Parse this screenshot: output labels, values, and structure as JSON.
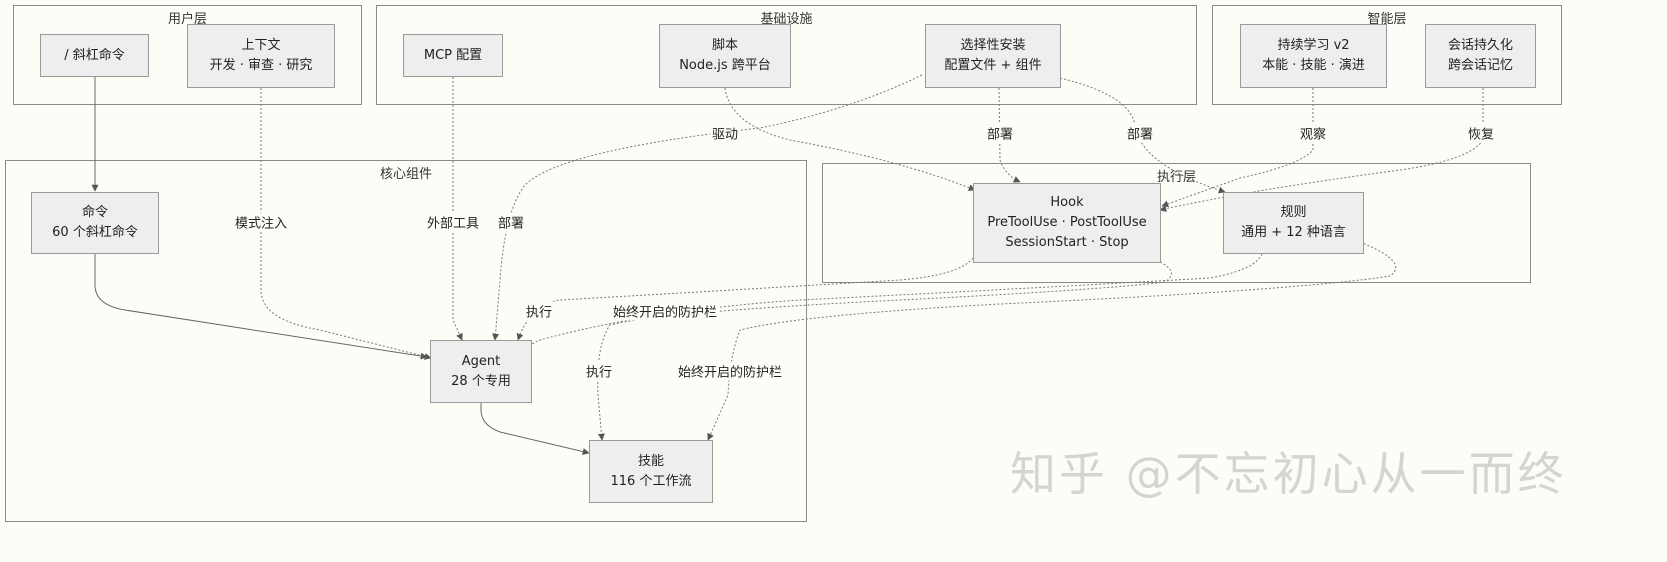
{
  "groups": {
    "user_layer": "用户层",
    "infrastructure": "基础设施",
    "intelligence": "智能层",
    "core": "核心组件",
    "execution": "执行层"
  },
  "nodes": {
    "slash": {
      "line1": "/ 斜杠命令"
    },
    "context": {
      "line1": "上下文",
      "line2": "开发 · 审查 · 研究"
    },
    "mcp": {
      "line1": "MCP 配置"
    },
    "script": {
      "line1": "脚本",
      "line2": "Node.js 跨平台"
    },
    "selective": {
      "line1": "选择性安装",
      "line2": "配置文件 + 组件"
    },
    "learning": {
      "line1": "持续学习 v2",
      "line2": "本能 · 技能 · 演进"
    },
    "session": {
      "line1": "会话持久化",
      "line2": "跨会话记忆"
    },
    "command": {
      "line1": "命令",
      "line2": "60 个斜杠命令"
    },
    "agent": {
      "line1": "Agent",
      "line2": "28 个专用"
    },
    "skill": {
      "line1": "技能",
      "line2": "116 个工作流"
    },
    "hook": {
      "line1": "Hook",
      "line2": "PreToolUse · PostToolUse",
      "line3": "SessionStart · Stop"
    },
    "rules": {
      "line1": "规则",
      "line2": "通用 + 12 种语言"
    }
  },
  "edge_labels": {
    "drive": "驱动",
    "deploy_hook": "部署",
    "deploy_rules": "部署",
    "observe": "观察",
    "restore": "恢复",
    "pattern_inject": "模式注入",
    "external_tools": "外部工具",
    "deploy_agent": "部署",
    "exec_agent": "执行",
    "guard_agent": "始终开启的防护栏",
    "exec_skill": "执行",
    "guard_skill": "始终开启的防护栏"
  },
  "watermark": "知乎 @不忘初心从一而终"
}
